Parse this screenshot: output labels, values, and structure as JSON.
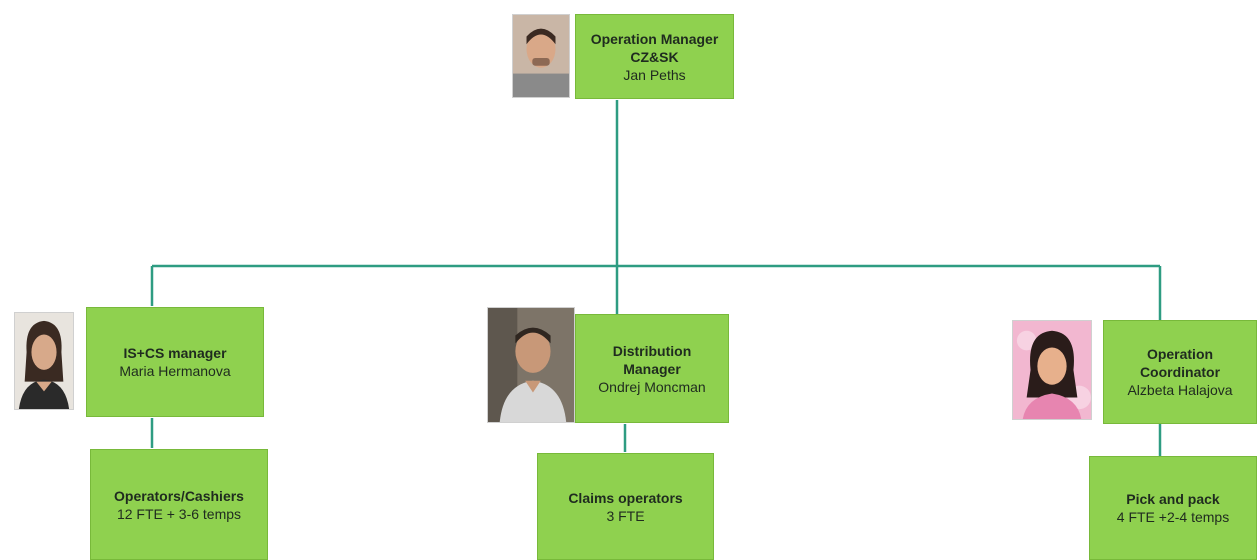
{
  "colors": {
    "box_fill": "#8fd14f",
    "connector": "#2e9c82"
  },
  "top": {
    "title": "Operation Manager",
    "subtitle": "CZ&SK",
    "name": "Jan Peths",
    "photo_icon": "person-photo-man"
  },
  "left": {
    "title": "IS+CS manager",
    "name": "Maria Hermanova",
    "photo_icon": "person-photo-woman",
    "team": {
      "title": "Operators/Cashiers",
      "size": "12 FTE + 3-6 temps"
    }
  },
  "middle": {
    "title_line1": "Distribution",
    "title_line2": "Manager",
    "name": "Ondrej Moncman",
    "photo_icon": "person-photo-man",
    "team": {
      "title": "Claims operators",
      "size": "3 FTE"
    }
  },
  "right": {
    "title_line1": "Operation",
    "title_line2": "Coordinator",
    "name": "Alzbeta Halajova",
    "photo_icon": "person-photo-woman",
    "team": {
      "title": "Pick and pack",
      "size": "4 FTE +2-4 temps"
    }
  }
}
